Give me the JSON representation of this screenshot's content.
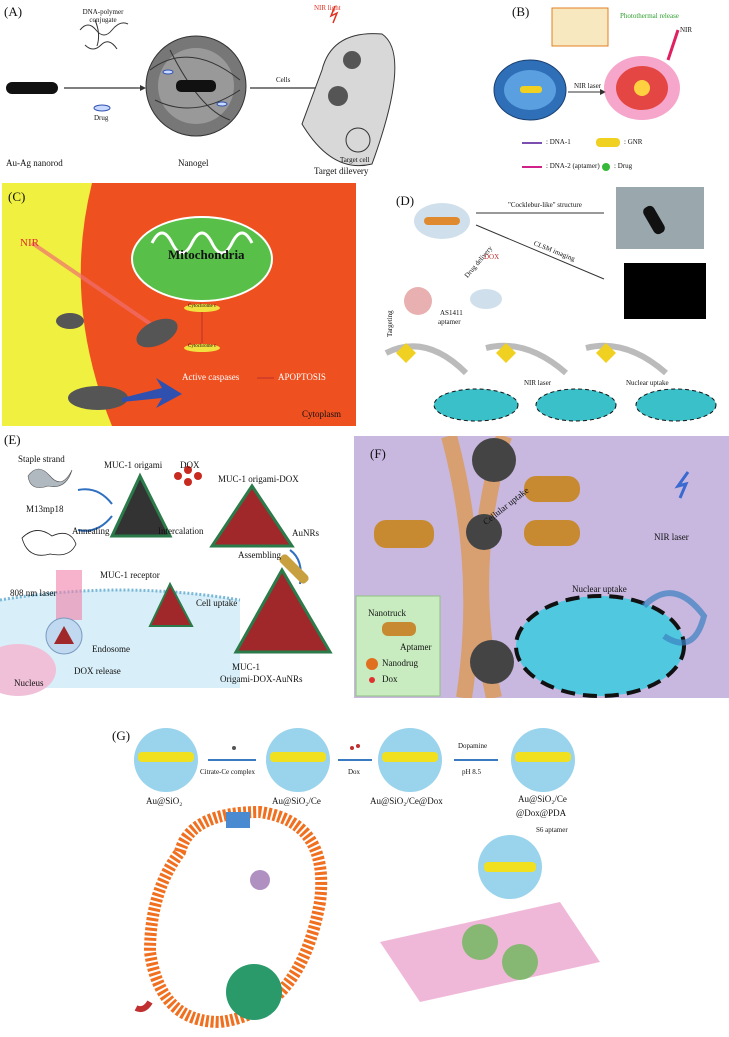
{
  "panelA": {
    "label": "(A)",
    "dna_polymer": "DNA-polymer conjugate",
    "drug": "Drug",
    "cells": "Cells",
    "nir_light": "NIR light",
    "target_cell": "Target cell",
    "au_ag": "Au-Ag nanorod",
    "nanogel": "Nanogel",
    "target_delivery": "Target dilevery"
  },
  "panelB": {
    "label": "(B)",
    "photothermal": "Photothermal release",
    "nir": "NIR",
    "nir_laser": "NIR laser",
    "legend": [
      {
        "text": ": DNA-1",
        "color": "#7a4fb0"
      },
      {
        "text": ": GNR",
        "color": "#f0d020"
      },
      {
        "text": ": DNA-2 (aptamer)",
        "color": "#d0208a"
      },
      {
        "text": ": Drug",
        "color": "#38b838"
      }
    ]
  },
  "panelC": {
    "label": "(C)",
    "nir": "NIR",
    "mitochondria": "Mitochondria",
    "cyto_c1": "Cytochrome c",
    "cyto_c2": "Cytochrome c",
    "active_caspases": "Active caspases",
    "apoptosis": "APOPTOSIS",
    "cytoplasm": "Cytoplasm"
  },
  "panelD": {
    "label": "(D)",
    "cocklebur": "\"Cocklebur-like\" structure",
    "clsm": "CLSM imaging",
    "dox": "DOX",
    "drug_delivery": "Drug delivery",
    "as1411": "AS1411",
    "aptamer": "aptamer",
    "targeting": "Targeting",
    "nir_laser": "NIR laser",
    "nuclear_uptake": "Nuclear uptake"
  },
  "panelE": {
    "label": "(E)",
    "staple": "Staple strand",
    "m13": "M13mp18",
    "annealing": "Annealing",
    "muc1_origami": "MUC-1 origami",
    "dox": "DOX",
    "intercalation": "Intercalation",
    "muc1_origami_dox": "MUC-1 origami-DOX",
    "aunrs": "AuNRs",
    "assembling": "Assembling",
    "muc1_receptor": "MUC-1 receptor",
    "laser808": "808 nm laser",
    "cell_uptake": "Cell uptake",
    "endosome": "Endosome",
    "dox_release": "DOX release",
    "nucleus": "Nucleus",
    "final_line1": "MUC-1",
    "final_line2": "Origami-DOX-AuNRs"
  },
  "panelF": {
    "label": "(F)",
    "cellular_uptake": "Cellular uptake",
    "nir_laser": "NIR laser",
    "nuclear_uptake": "Nuclear uptake",
    "nanotruck": "Nanotruck",
    "aptamer": "Aptamer",
    "nanodrug": "Nanodrug",
    "dox": "Dox"
  },
  "panelG": {
    "label": "(G)",
    "citrate": "Citrate-Ce complex",
    "dox": "Dox",
    "dopamine": "Dopamine",
    "ph": "pH 8.5",
    "s1": "Au@SiO₂",
    "s2": "Au@SiO₂/Ce",
    "s3": "Au@SiO₂/Ce@Dox",
    "s4a": "Au@SiO₂/Ce",
    "s4b": "@Dox@PDA",
    "s6": "S6 aptamer"
  }
}
